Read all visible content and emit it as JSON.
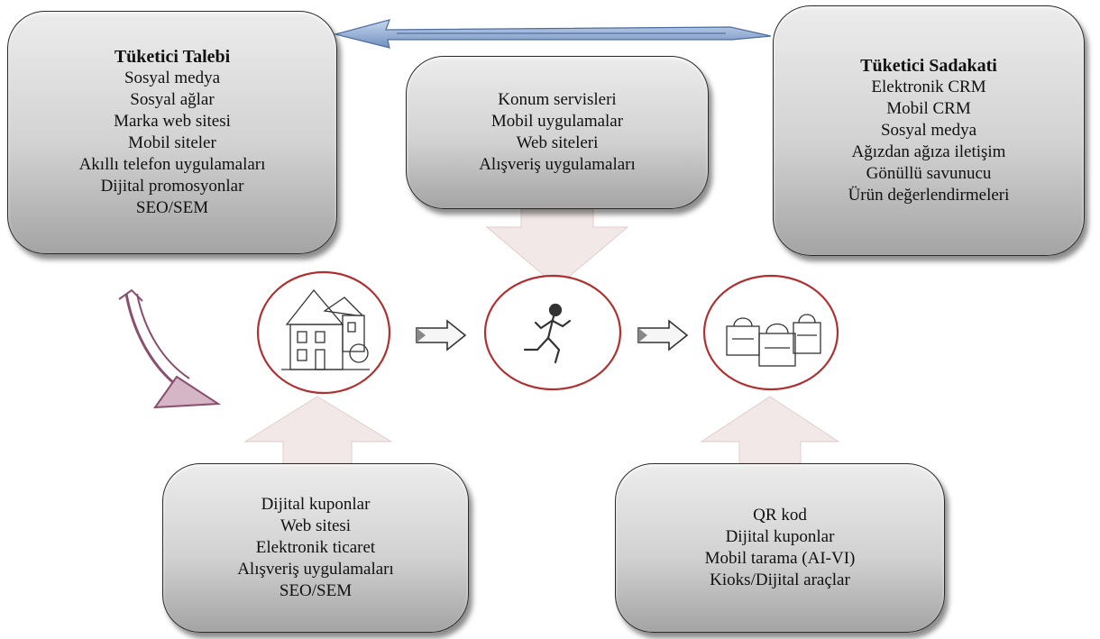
{
  "boxes": {
    "demand": {
      "title": "Tüketici Talebi",
      "items": [
        "Sosyal medya",
        "Sosyal ağlar",
        "Marka web sitesi",
        "Mobil siteler",
        "Akıllı telefon uygulamaları",
        "Dijital promosyonlar",
        "SEO/SEM"
      ]
    },
    "location": {
      "items": [
        "Konum servisleri",
        "Mobil uygulamalar",
        "Web siteleri",
        "Alışveriş uygulamaları"
      ]
    },
    "loyalty": {
      "title": "Tüketici Sadakati",
      "items": [
        "Elektronik CRM",
        "Mobil CRM",
        "Sosyal medya",
        "Ağızdan ağıza iletişim",
        "Gönüllü savunucu",
        "Ürün değerlendirmeleri"
      ]
    },
    "home": {
      "items": [
        "Dijital kuponlar",
        "Web sitesi",
        "Elektronik ticaret",
        "Alışveriş uygulamaları",
        "SEO/SEM"
      ]
    },
    "store": {
      "items": [
        "QR kod",
        "Dijital kuponlar",
        "Mobil tarama (AI-VI)",
        "Kioks/Dijital araçlar"
      ]
    }
  },
  "icons": {
    "home": "house-sketch-icon",
    "transit": "runner-sketch-icon",
    "store": "shopping-bags-sketch-icon"
  },
  "colors": {
    "box_top": "#ececec",
    "box_bottom": "#a4a4a4",
    "circle_border": "#b03030",
    "big_arrow": "#f1e6e6",
    "double_arrow": "#7f9fc8",
    "curved_arrow": "#8a4f6e"
  }
}
